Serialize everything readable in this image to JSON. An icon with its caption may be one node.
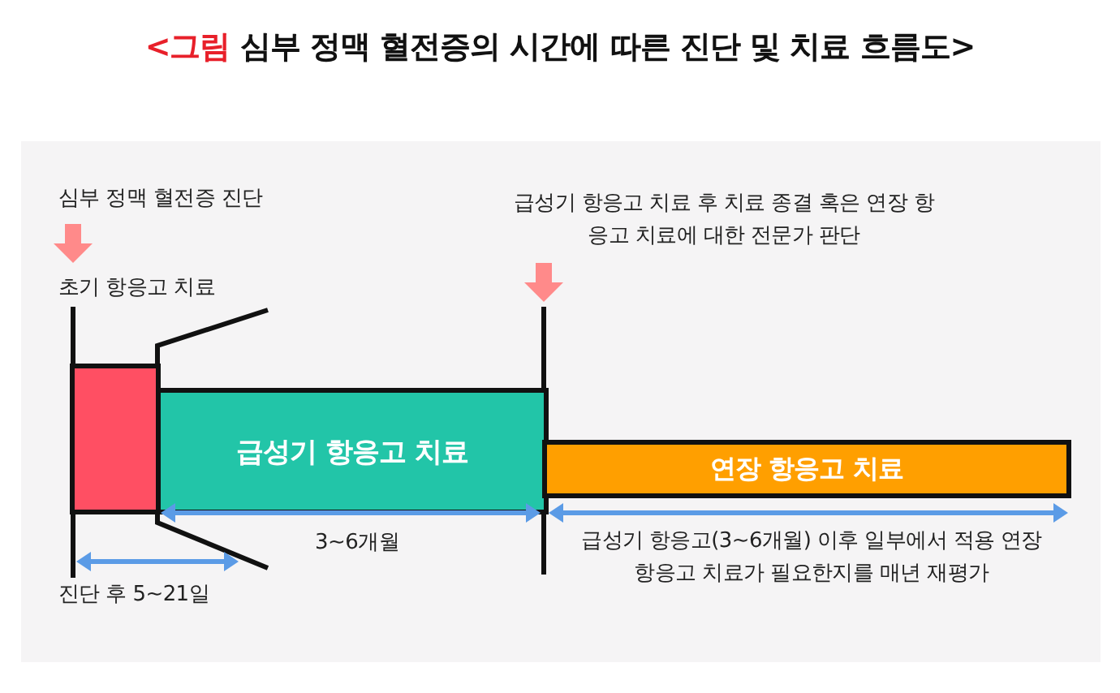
{
  "diagram": {
    "title": "**<그림** 심부 정맥 혈전증의 시간에 따른 진단 및 치료 흐름도>",
    "nodes": [
      {
        "text": [],
        "shape": "box"
      },
      {
        "text": [
          "급성기 항응고 치료"
        ]
      },
      {
        "text": [
          "연장 항응고 치료"
        ]
      }
    ],
    "labels": [
      "심부 정맥 혈전증 진단",
      "급성기 항응고 치료 후 치료 종결 혹은 연장 항응고 치료에 대한 전문가 판단",
      "초기 항응고 치료",
      "3~6개월",
      "급성기 항응고(3~6개월) 이후 일부에서 적용 연장 항응고 치료가 필요한지를 매년 재평가",
      "진단 후 5~21일"
    ]
  }
}
